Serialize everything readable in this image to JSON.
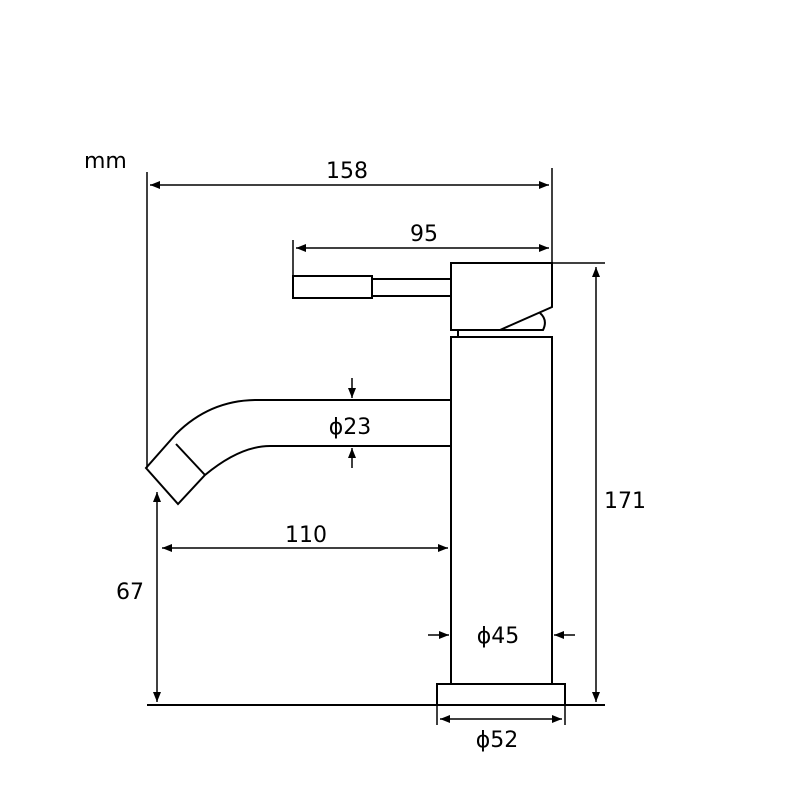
{
  "diagram": {
    "unit_label": "mm",
    "dimensions": {
      "total_width": "158",
      "handle_reach": "95",
      "total_height": "171",
      "spout_reach": "110",
      "spout_height": "67",
      "spout_diameter": "ϕ23",
      "body_diameter": "ϕ45",
      "base_diameter": "ϕ52"
    }
  }
}
